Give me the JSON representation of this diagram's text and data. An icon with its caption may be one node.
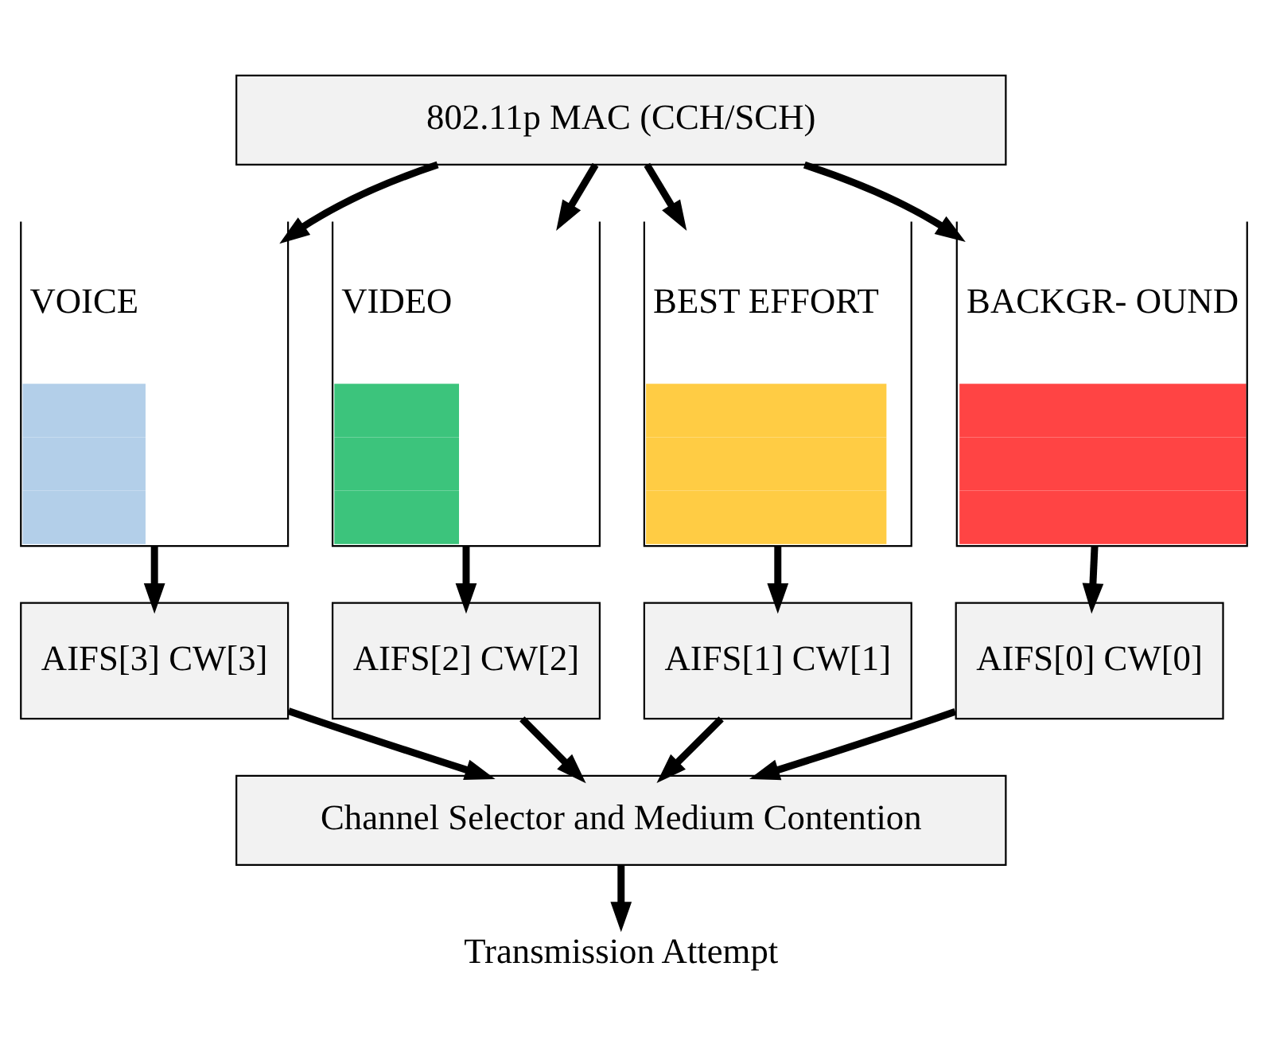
{
  "diagram": {
    "nodes": [
      {
        "text": [
          "802.11p MAC (CCH/SCH)"
        ]
      },
      {
        "text": [
          "VOICE"
        ]
      },
      {
        "text": [
          "VIDEO"
        ]
      },
      {
        "text": [
          "BEST EFFORT"
        ]
      },
      {
        "text": [
          "BACKGR- OUND"
        ]
      },
      {
        "text": [
          "AIFS[3] CW[3]"
        ]
      },
      {
        "text": [
          "AIFS[2] CW[2]"
        ]
      },
      {
        "text": [
          "AIFS[1] CW[1]"
        ]
      },
      {
        "text": [
          "AIFS[0] CW[0]"
        ]
      },
      {
        "text": [
          "Channel Selector and Medium Contention"
        ]
      },
      {
        "text": [
          "Transmission Attempt"
        ]
      }
    ],
    "edges": [
      {
        "from": 0,
        "to": 1,
        "arrow": "to"
      },
      {
        "from": 0,
        "to": 2,
        "arrow": "to"
      },
      {
        "from": 0,
        "to": 3,
        "arrow": "to"
      },
      {
        "from": 0,
        "to": 4,
        "arrow": "to"
      },
      {
        "from": 1,
        "to": 5,
        "arrow": "to"
      },
      {
        "from": 2,
        "to": 6,
        "arrow": "to"
      },
      {
        "from": 3,
        "to": 7,
        "arrow": "to"
      },
      {
        "from": 4,
        "to": 8,
        "arrow": "to"
      },
      {
        "from": 5,
        "to": 9,
        "arrow": "to"
      },
      {
        "from": 6,
        "to": 9,
        "arrow": "to"
      },
      {
        "from": 7,
        "to": 9,
        "arrow": "to"
      },
      {
        "from": 8,
        "to": 9,
        "arrow": "to"
      },
      {
        "from": 9,
        "to": 10,
        "arrow": "to"
      }
    ]
  }
}
